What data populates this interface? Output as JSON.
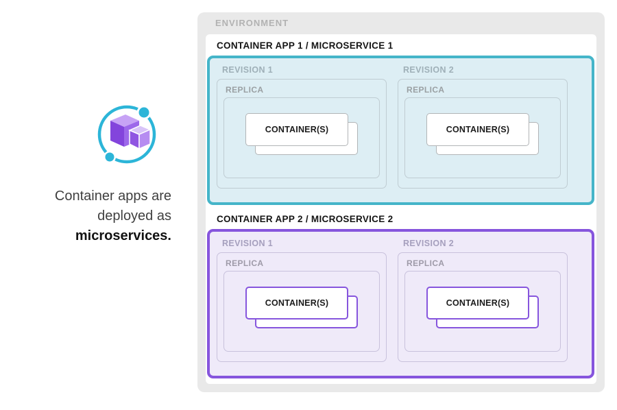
{
  "left_panel": {
    "caption": {
      "line1": "Container apps are",
      "line2": "deployed as",
      "emphasis": "microservices."
    }
  },
  "environment": {
    "label": "ENVIRONMENT",
    "panel_bg": "#e9e9e9",
    "label_color": "#b2b2b2",
    "apps": [
      {
        "title": "CONTAINER APP 1 / MICROSERVICE 1",
        "accent": "#45b5c9",
        "fill": "#ddeef4",
        "inner_border": "#bfccd2",
        "card_border": "#b1b4b6",
        "revisions": [
          {
            "label": "REVISION 1",
            "replica_label": "REPLICA",
            "container_label": "CONTAINER(S)"
          },
          {
            "label": "REVISION 2",
            "replica_label": "REPLICA",
            "container_label": "CONTAINER(S)"
          }
        ]
      },
      {
        "title": "CONTAINER APP 2 / MICROSERVICE 2",
        "accent": "#8655dd",
        "fill": "#efeaf9",
        "inner_border": "#c8c1dc",
        "card_border": "#8655dd",
        "revisions": [
          {
            "label": "REVISION 1",
            "replica_label": "REPLICA",
            "container_label": "CONTAINER(S)"
          },
          {
            "label": "REVISION 2",
            "replica_label": "REPLICA",
            "container_label": "CONTAINER(S)"
          }
        ]
      }
    ]
  },
  "icon": {
    "name": "azure-container-apps",
    "ring_color": "#2cb5d8",
    "purple_dark": "#8344dc",
    "purple_mid": "#9d68ea",
    "purple_light": "#c7a3f5"
  }
}
